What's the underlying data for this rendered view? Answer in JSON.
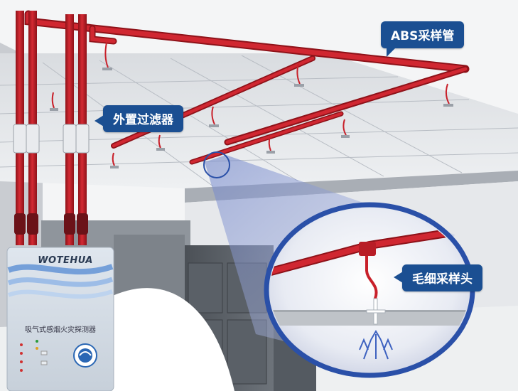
{
  "labels": {
    "abs_pipe": "ABS采样管",
    "external_filter": "外置过滤器",
    "capillary_head": "毛细采样头"
  },
  "device": {
    "brand": "WOTEHUA",
    "title": "吸气式感烟火灾探测器"
  },
  "colors": {
    "pipe_red": "#c8202a",
    "callout_blue": "#1b4f92",
    "magnifier_ring": "#2a50a8"
  }
}
